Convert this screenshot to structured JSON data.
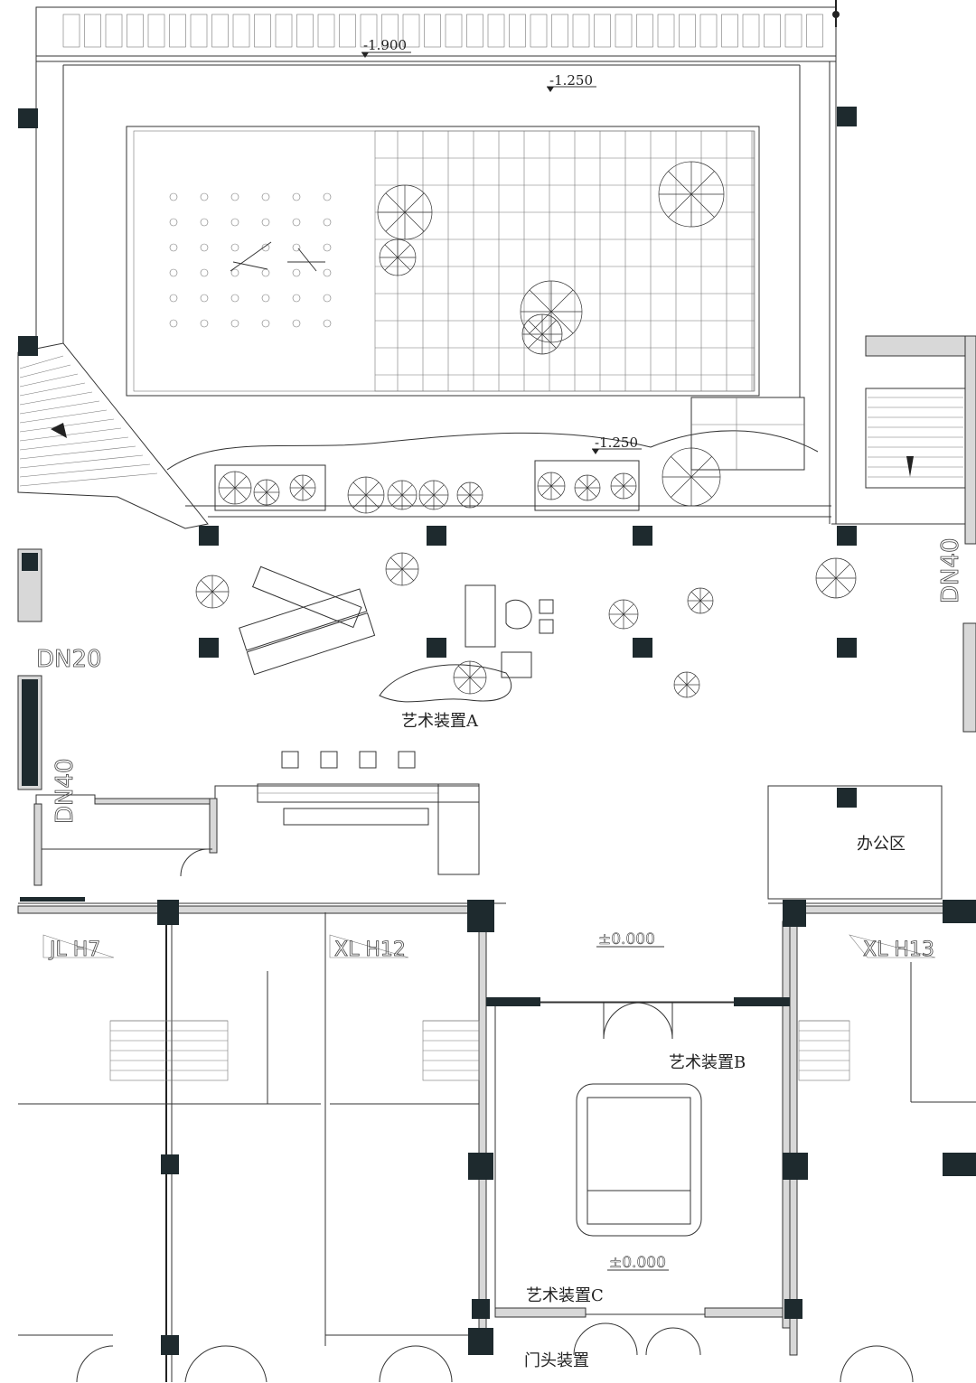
{
  "labels": {
    "art_a": "艺术装置A",
    "art_b": "艺术装置B",
    "art_c": "艺术装置C",
    "door": "门头装置",
    "office": "办公区"
  },
  "levels": {
    "top": "-1.900",
    "upper": "-1.250",
    "middle": "-1.250",
    "entry1": "±0.000",
    "entry2": "±0.000"
  },
  "codes": {
    "dn40_right": "DN40",
    "dn20_left": "DN20",
    "dn40_left": "DN40",
    "jl": "JL H7",
    "xl12": "XL H12",
    "xl13": "XL H13"
  }
}
